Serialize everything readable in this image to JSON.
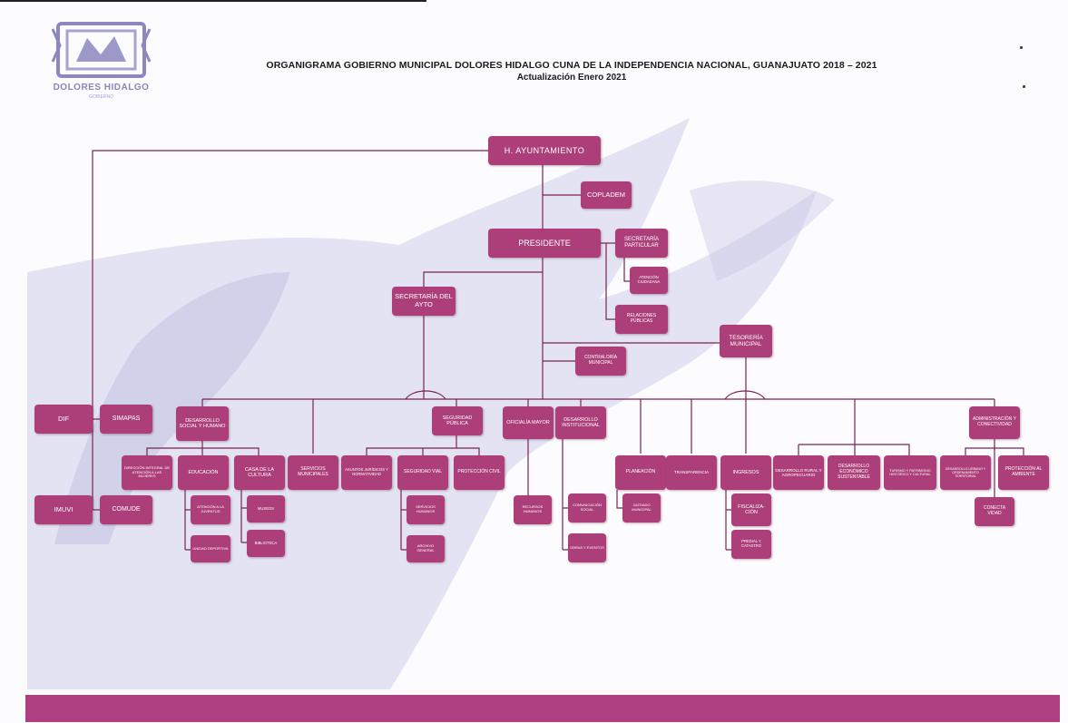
{
  "header": {
    "logo_text": "DOLORES HIDALGO",
    "logo_sub": "GOBIERNO",
    "title": "ORGANIGRAMA GOBIERNO MUNICIPAL DOLORES HIDALGO CUNA DE LA INDEPENDENCIA NACIONAL, GUANAJUATO 2018 – 2021",
    "subtitle": "Actualización Enero 2021"
  },
  "colors": {
    "box": "#ac3f79",
    "footer": "#ae4081",
    "line": "#7a2352",
    "watermark": "#c3c1e3"
  },
  "units": {
    "ayuntamiento": "H. AYUNTAMIENTO",
    "copladem": "COPLADEM",
    "presidente": "PRESIDENTE",
    "secretaria_particular": "SECRETARÍA PARTICULAR",
    "atencion_ciudadana": "ATENCIÓN CIUDADANA",
    "relaciones_publicas": "RELACIONES PÚBLICAS",
    "secretaria_ayto": "SECRETARÍA DEL AYTO",
    "tesoreria": "TESORERÍA MUNICIPAL",
    "contraloria": "CONTRALORÍA MUNICIPAL",
    "dif": "DIF",
    "simapas": "SIMAPAS",
    "imuvi": "IMUVI",
    "comude": "COMUDE",
    "desarrollo_social": "DESARROLLO SOCIAL Y HUMANO",
    "seguridad_publica": "SEGURIDAD PÚBLICA",
    "oficialia_mayor": "OFICIALÍA MAYOR",
    "desarrollo_institucional": "DESARROLLO INSTITUCIONAL",
    "administracion_obra": "ADMINISTRACIÓN Y CONECTIVIDAD",
    "direccion_integral_mujer": "DIRECCIÓN INTEGRAL DE ATENCIÓN A LAS MUJERES",
    "educacion": "EDUCACIÓN",
    "casa_cultura": "CASA DE LA CULTURA",
    "servicios_municipales": "SERVICIOS MUNICIPALES",
    "asuntos_juridicos": "ASUNTOS JURÍDICOS Y NORMATIVIDAD",
    "seguridad_vial": "SEGURIDAD VIAL",
    "proteccion_civil": "PROTECCIÓN CIVIL",
    "planeacion": "PLANEACIÓN",
    "transparencia": "TRANSPARENCIA",
    "ingresos": "INGRESOS",
    "desarrollo_rural": "DESARROLLO RURAL Y AGROPECUARIO",
    "desarrollo_economico": "DESARROLLO ECONÓMICO SUSTENTABLE",
    "turismo": "TURISMO Y PATRIMONIO HISTÓRICO Y CULTURAL",
    "desarrollo_urbano": "DESARROLLO URBANO Y ORDENAMIENTO TERRITORIAL",
    "proteccion_ambiente": "PROTECCIÓN AL AMBIENTE",
    "atencion_juventud": "ATENCIÓN A LA JUVENTUD",
    "unidad_deportiva": "UNIDAD DEPORTIVA",
    "museos": "MUSEOS",
    "biblioteca": "BIBLIOTECA",
    "servicios_humanos": "SERVICIOS HUMANOS",
    "archivo_general": "ARCHIVO GENERAL",
    "recursos_humanos": "RECURSOS HUMANOS",
    "comunicacion_social": "COMUNICACIÓN SOCIAL",
    "obras_eventos": "OBRAS Y EVENTOS",
    "juzgado": "JUZGADO MUNICIPAL",
    "fiscalizacion": "FISCALIZA-CIÓN",
    "predial_catastro": "PREDIAL Y CATASTRO",
    "conectividad_vial": "CONECTA VIDAD"
  }
}
